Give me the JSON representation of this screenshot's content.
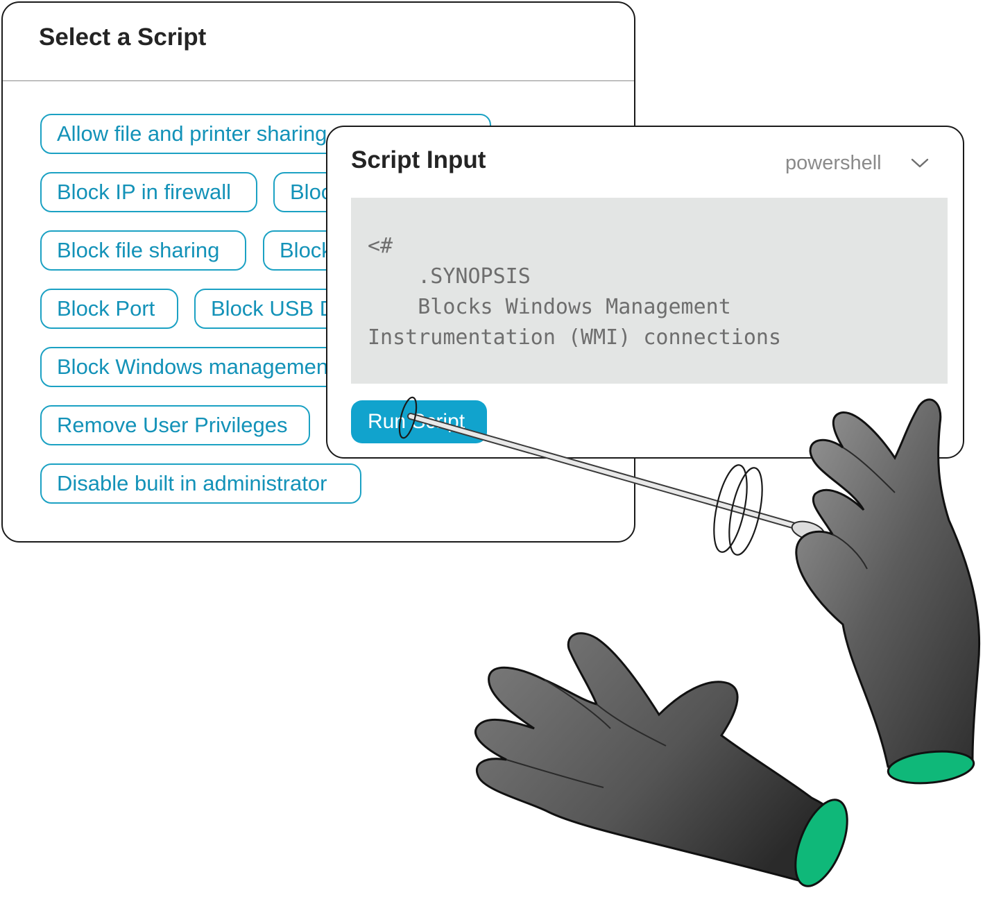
{
  "select_panel": {
    "title": "Select a Script",
    "scripts": [
      "Allow file and printer sharing",
      "Block IP in firewall",
      "Block",
      "Block file sharing",
      "Block",
      "Block Port",
      "Block USB D",
      "Block Windows management",
      "Remove User Privileges",
      "",
      "Disable built in administrator"
    ]
  },
  "input_panel": {
    "title": "Script Input",
    "language": "powershell",
    "code": "<#\n    .SYNOPSIS\n    Blocks Windows Management\nInstrumentation (WMI) connections",
    "run_label": "Run Script"
  },
  "colors": {
    "accent": "#11a3cd",
    "chip_border": "#1ba1c3",
    "code_background": "#e3e5e4",
    "wrist_green": "#0fb879"
  },
  "icons": {
    "language_dropdown": "chevron-down-icon"
  }
}
